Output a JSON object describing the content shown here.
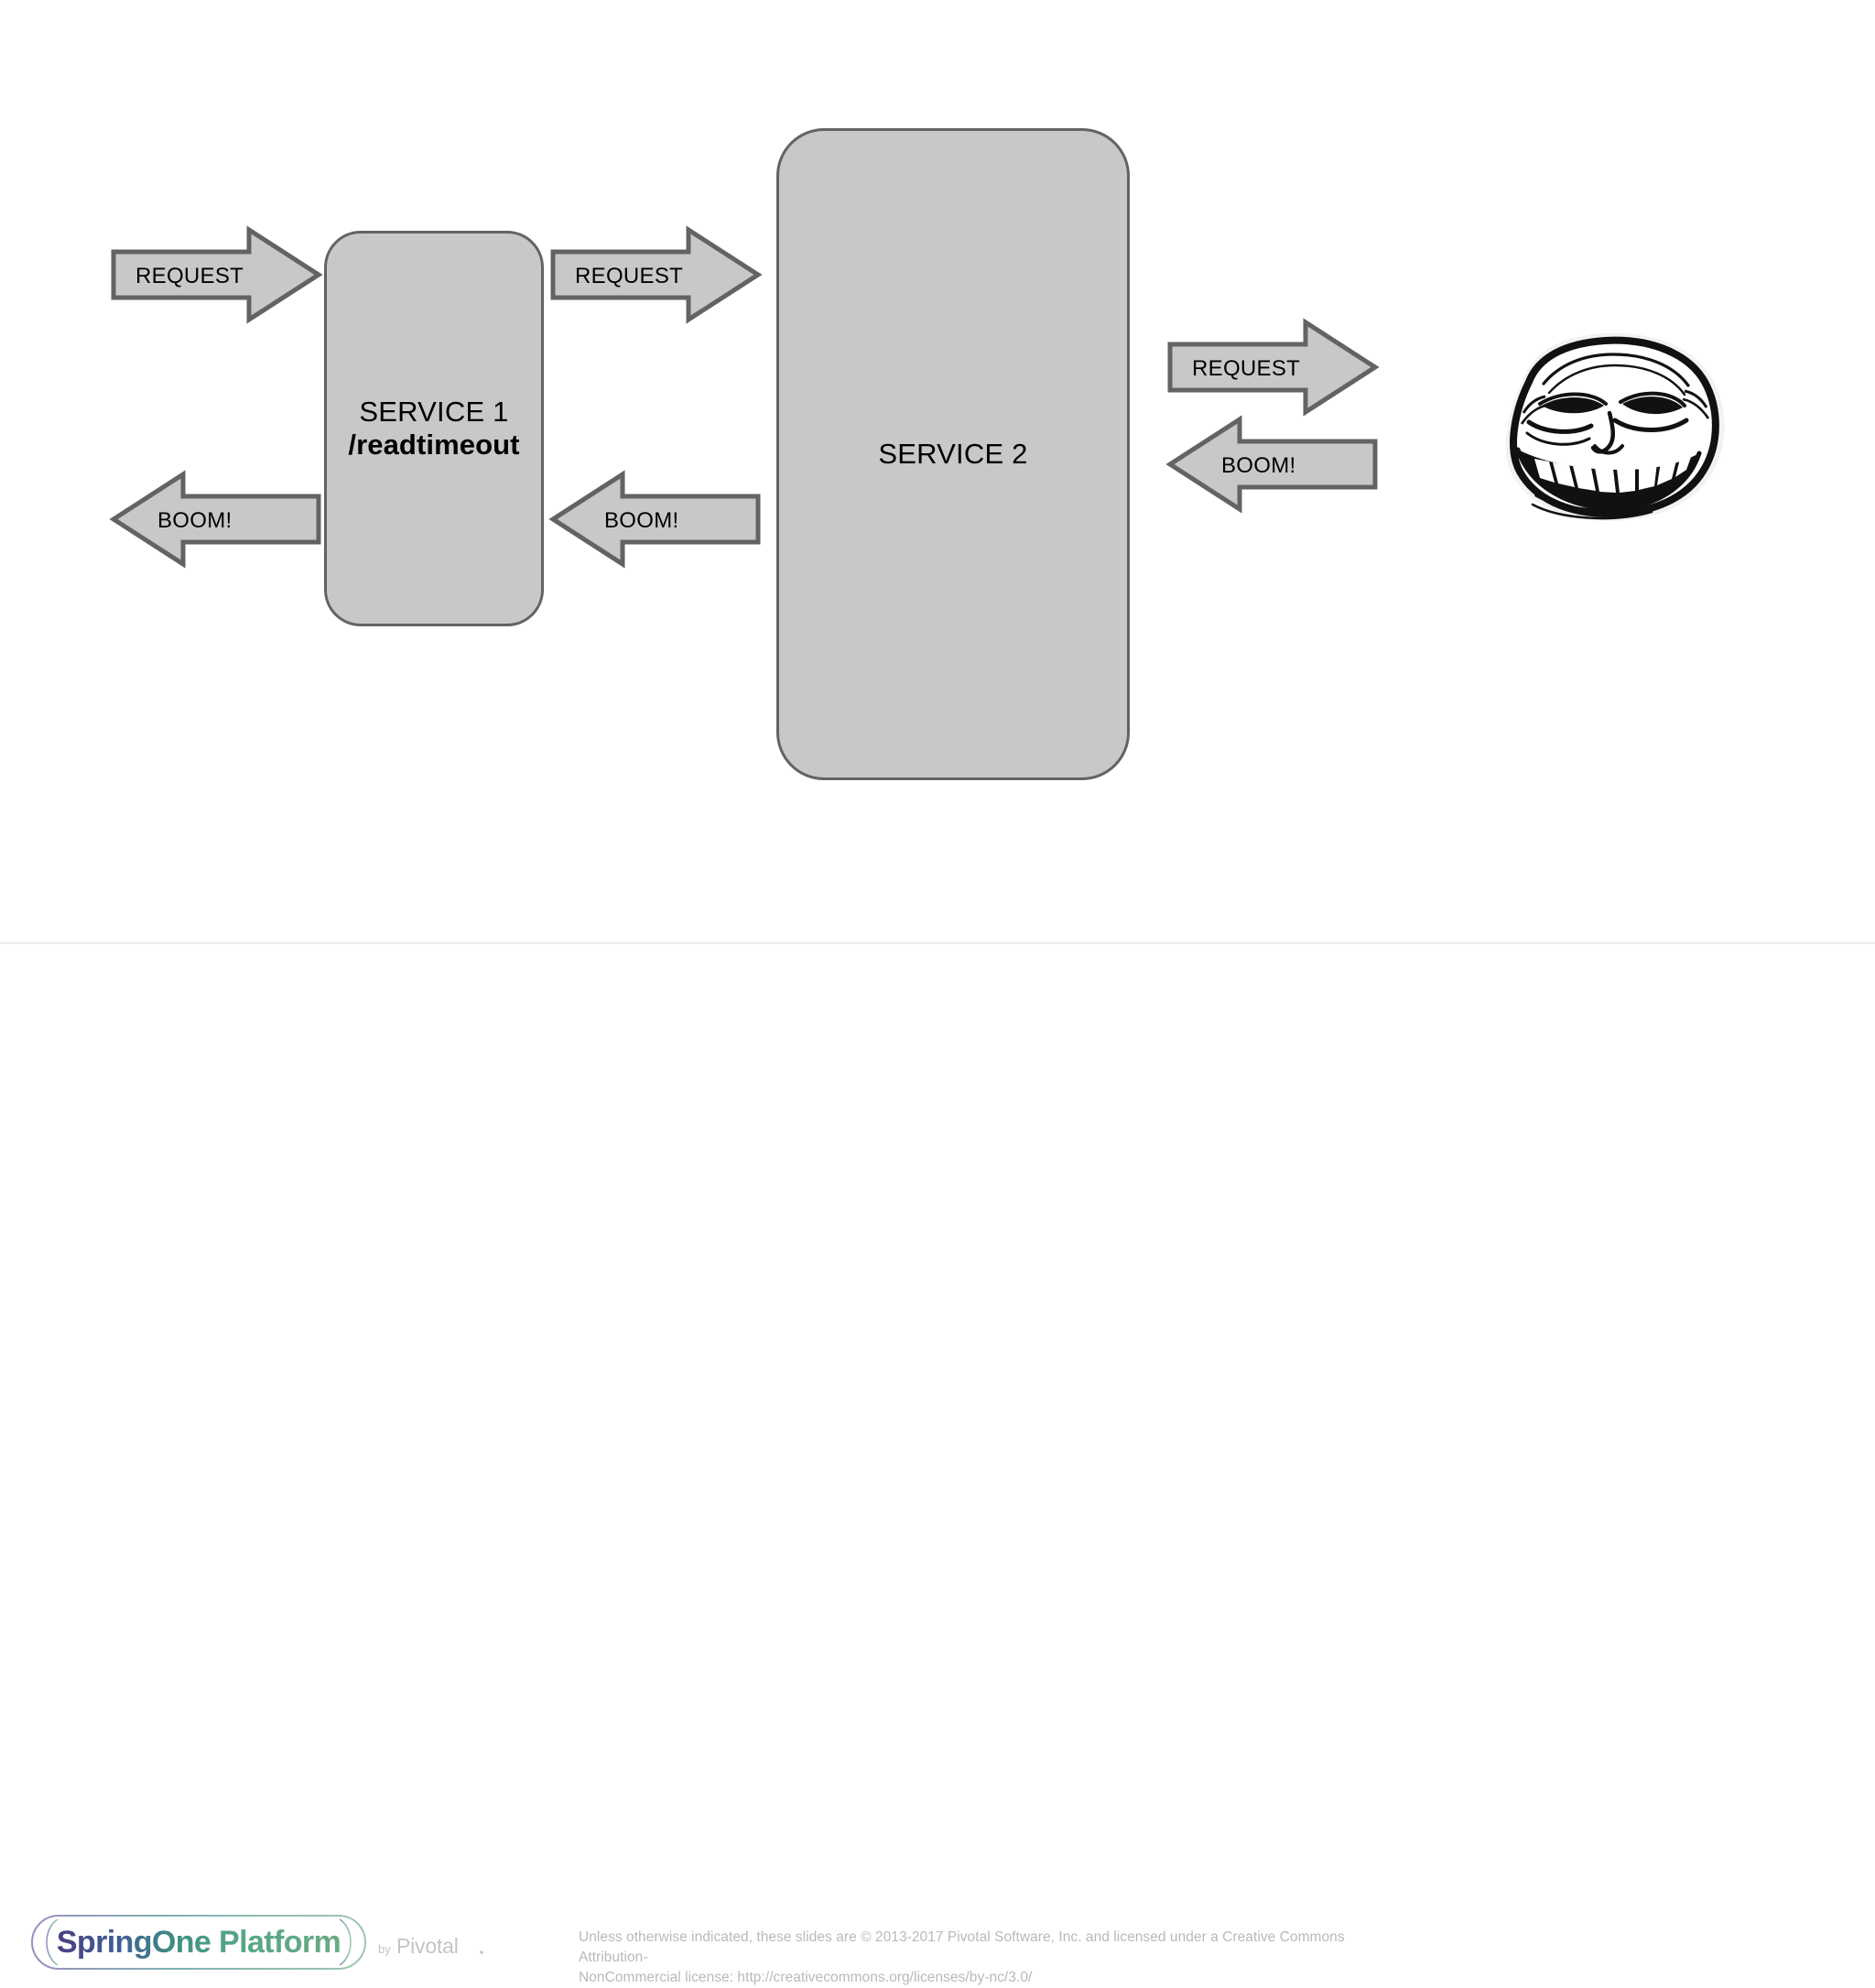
{
  "slide": {
    "background_color": "#ffffff",
    "diagram": {
      "type": "sequence-flow-diagram",
      "nodes": [
        {
          "id": "service1",
          "name": "SERVICE 1",
          "subtitle": "/readtimeout",
          "fill_color": "#c8c8c8",
          "stroke_color": "#636363"
        },
        {
          "id": "service2",
          "name": "SERVICE 2",
          "subtitle": "",
          "fill_color": "#c8c8c8",
          "stroke_color": "#636363"
        },
        {
          "id": "troll",
          "name": "trollface",
          "subtitle": "",
          "fill_color": "#ffffff",
          "stroke_color": "#000000"
        }
      ],
      "arrows": [
        {
          "id": "a1",
          "label": "REQUEST",
          "direction": "right",
          "from": "client",
          "to": "service1"
        },
        {
          "id": "a2",
          "label": "REQUEST",
          "direction": "right",
          "from": "service1",
          "to": "service2"
        },
        {
          "id": "a3",
          "label": "REQUEST",
          "direction": "right",
          "from": "service2",
          "to": "troll"
        },
        {
          "id": "a4",
          "label": "BOOM!",
          "direction": "left",
          "from": "troll",
          "to": "service2"
        },
        {
          "id": "a5",
          "label": "BOOM!",
          "direction": "left",
          "from": "service2",
          "to": "service1"
        },
        {
          "id": "a6",
          "label": "BOOM!",
          "direction": "left",
          "from": "service1",
          "to": "client"
        }
      ]
    }
  },
  "footer": {
    "logo_text": "SpringOne Platform",
    "logo_by": "by",
    "logo_brand": "Pivotal",
    "copyright_line1": "Unless otherwise indicated, these slides are © 2013-2017 Pivotal Software, Inc. and licensed under a Creative Commons Attribution-",
    "copyright_line2": "NonCommercial license: http://creativecommons.org/licenses/by-nc/3.0/",
    "divider_color": "#ececec",
    "text_color": "#b7b9bd"
  },
  "colors": {
    "shape_fill": "#c8c8c8",
    "shape_stroke": "#636363",
    "text": "#000000",
    "footer_text": "#b7b9bd",
    "logo_gradient_start": "#4a3f86",
    "logo_gradient_end": "#5fa88a"
  }
}
